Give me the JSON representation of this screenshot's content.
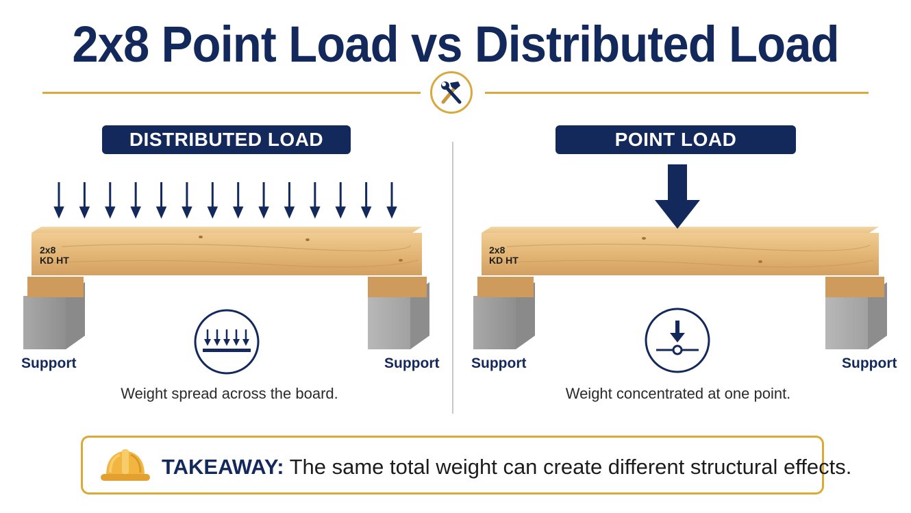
{
  "title": "2x8 Point Load vs Distributed Load",
  "icons": {
    "header": "hammer-wrench-icon",
    "distributed": "distributed-load-icon",
    "point": "point-load-icon",
    "takeaway": "hard-hat-icon"
  },
  "colors": {
    "navy": "#13295b",
    "gold": "#d8a93c",
    "wood": "#e2b879",
    "concrete": "#9c9c9c"
  },
  "distributed": {
    "heading": "DISTRIBUTED LOAD",
    "board_label_line1": "2x8",
    "board_label_line2": "KD HT",
    "support_left": "Support",
    "support_right": "Support",
    "caption": "Weight spread across the board."
  },
  "point": {
    "heading": "POINT LOAD",
    "board_label_line1": "2x8",
    "board_label_line2": "KD HT",
    "support_left": "Support",
    "support_right": "Support",
    "caption": "Weight concentrated at one point."
  },
  "takeaway": {
    "label": "TAKEAWAY:",
    "message": "The same total weight can create different structural effects."
  }
}
